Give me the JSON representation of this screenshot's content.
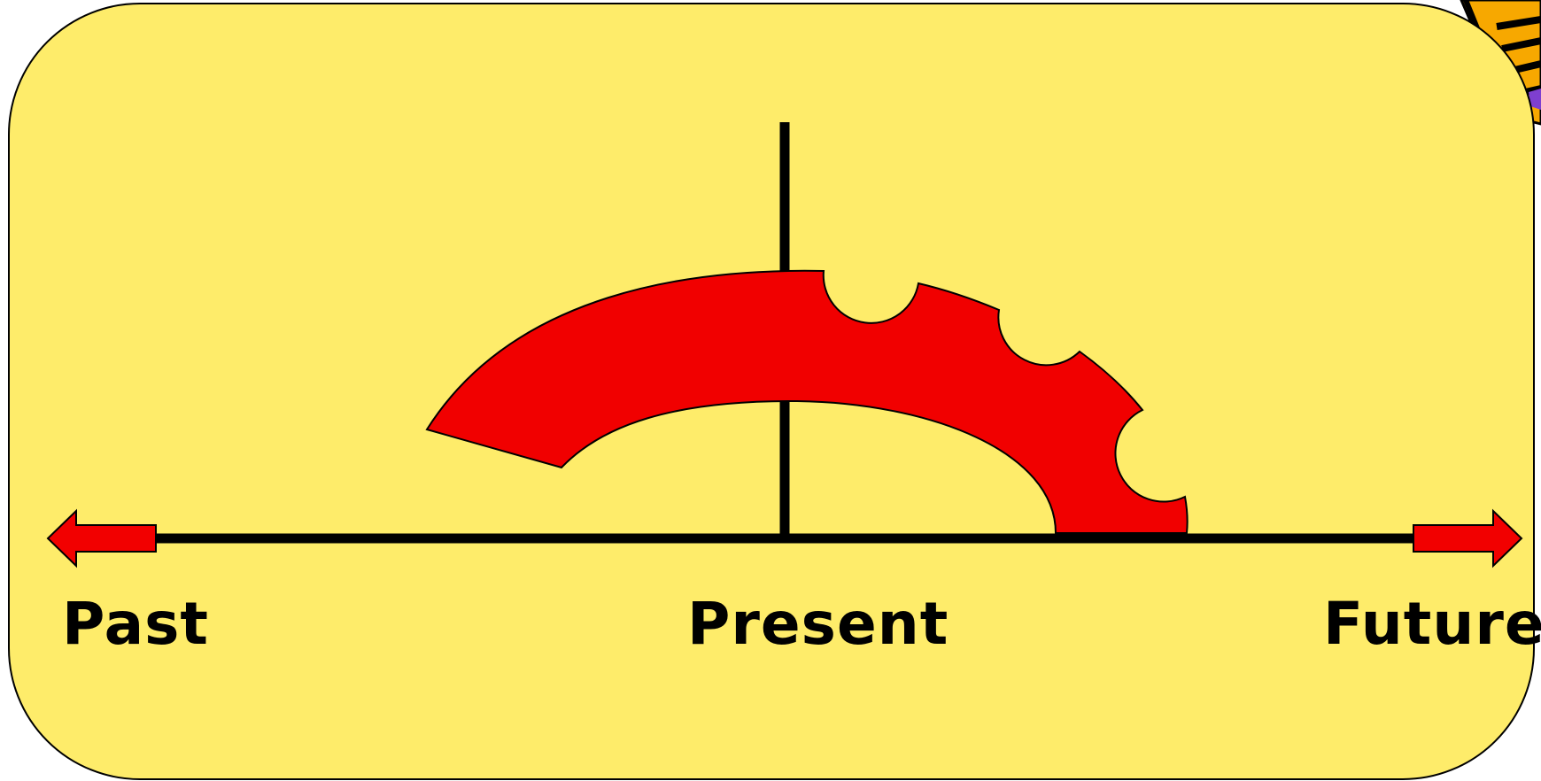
{
  "timeline": {
    "labels": {
      "past": "Past",
      "present": "Present",
      "future": "Future"
    }
  },
  "colors": {
    "card_background": "#FEEC6A",
    "arc_fill": "#F10000",
    "arrow_fill": "#F20000",
    "line": "#000000",
    "corner_decoration_orange": "#F7A800",
    "corner_decoration_purple": "#7E3FD0"
  },
  "icons": {
    "left_arrow": "arrow-left-icon",
    "right_arrow": "arrow-right-icon",
    "corner": "striped-decoration-icon"
  }
}
